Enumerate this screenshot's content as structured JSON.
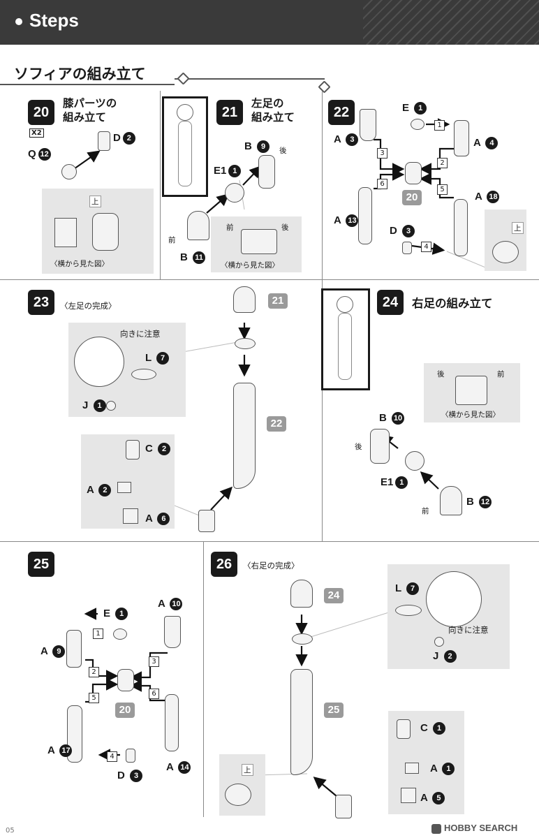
{
  "header": {
    "title": "Steps"
  },
  "section_title": "ソフィアの組み立て",
  "page_number": "05",
  "watermark": "HOBBY SEARCH",
  "steps": {
    "s20": {
      "num": "20",
      "title1": "膝パーツの",
      "title2": "組み立て",
      "qty": "X2",
      "parts": {
        "d": "D",
        "d_n": "2",
        "q": "Q",
        "q_n": "12"
      },
      "up": "上",
      "side_view": "〈横から見た図〉"
    },
    "s21": {
      "num": "21",
      "title1": "左足の",
      "title2": "組み立て",
      "parts": {
        "b9": "B",
        "b9_n": "9",
        "e1": "E1",
        "e1_n": "1",
        "b11": "B",
        "b11_n": "11"
      },
      "back": "後",
      "front": "前",
      "side_view": "〈横から見た図〉"
    },
    "s22": {
      "num": "22",
      "ref": "20",
      "parts": {
        "e": "E",
        "e_n": "1",
        "a3": "A",
        "a3_n": "3",
        "a4": "A",
        "a4_n": "4",
        "a13": "A",
        "a13_n": "13",
        "a18": "A",
        "a18_n": "18",
        "d3": "D",
        "d3_n": "3"
      },
      "seq": [
        "1",
        "2",
        "3",
        "4",
        "5",
        "6"
      ],
      "up": "上"
    },
    "s23": {
      "num": "23",
      "subtitle": "〈左足の完成〉",
      "caution": "向きに注意",
      "ref_a": "21",
      "ref_b": "22",
      "parts": {
        "l": "L",
        "l_n": "7",
        "j": "J",
        "j_n": "1",
        "c": "C",
        "c_n": "2",
        "a2": "A",
        "a2_n": "2",
        "a6": "A",
        "a6_n": "6"
      }
    },
    "s24": {
      "num": "24",
      "title": "右足の組み立て",
      "parts": {
        "b10": "B",
        "b10_n": "10",
        "e1": "E1",
        "e1_n": "1",
        "b12": "B",
        "b12_n": "12"
      },
      "back": "後",
      "front": "前",
      "side_view": "〈横から見た図〉"
    },
    "s25": {
      "num": "25",
      "ref": "20",
      "parts": {
        "e": "E",
        "e_n": "1",
        "a10": "A",
        "a10_n": "10",
        "a9": "A",
        "a9_n": "9",
        "a17": "A",
        "a17_n": "17",
        "d3": "D",
        "d3_n": "3",
        "a14": "A",
        "a14_n": "14"
      },
      "seq": [
        "1",
        "2",
        "3",
        "4",
        "5",
        "6"
      ]
    },
    "s26": {
      "num": "26",
      "subtitle": "〈右足の完成〉",
      "caution": "向きに注意",
      "ref_a": "24",
      "ref_b": "25",
      "up": "上",
      "parts": {
        "l": "L",
        "l_n": "7",
        "j": "J",
        "j_n": "2",
        "c": "C",
        "c_n": "1",
        "a1": "A",
        "a1_n": "1",
        "a5": "A",
        "a5_n": "5"
      }
    }
  },
  "colors": {
    "header_bg": "#3a3a3a",
    "badge": "#1a1a1a",
    "ref_badge": "#9a9a9a",
    "panel": "#e6e6e6"
  }
}
